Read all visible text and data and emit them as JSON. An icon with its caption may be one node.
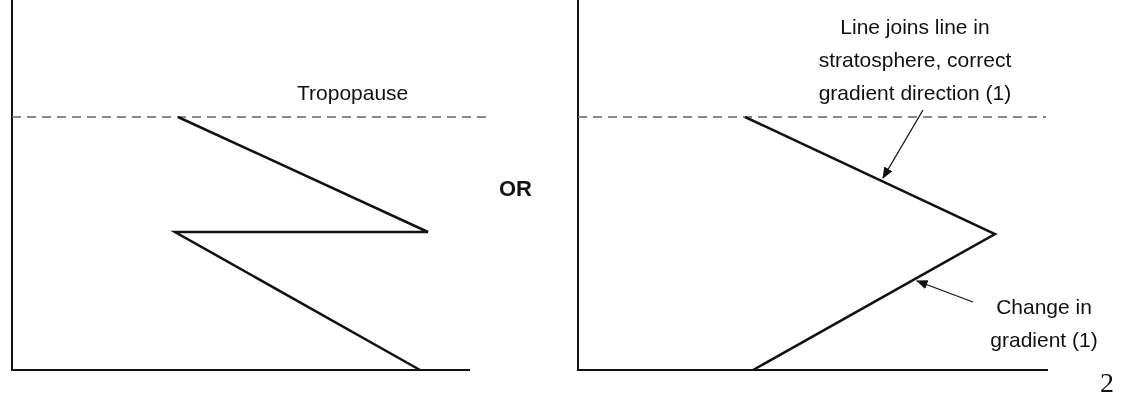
{
  "diagram": {
    "nodes": [
      {
        "text": [
          "Line joins line in stratosphere, correct gradient direction (1)"
        ]
      },
      {
        "text": [
          "Change in gradient (1)"
        ]
      }
    ],
    "edges": [
      {
        "from": 0,
        "to": null,
        "arrow": "to"
      },
      {
        "from": 1,
        "to": null,
        "arrow": "to"
      }
    ],
    "labels": [
      "Tropopause",
      "OR",
      "2"
    ]
  }
}
